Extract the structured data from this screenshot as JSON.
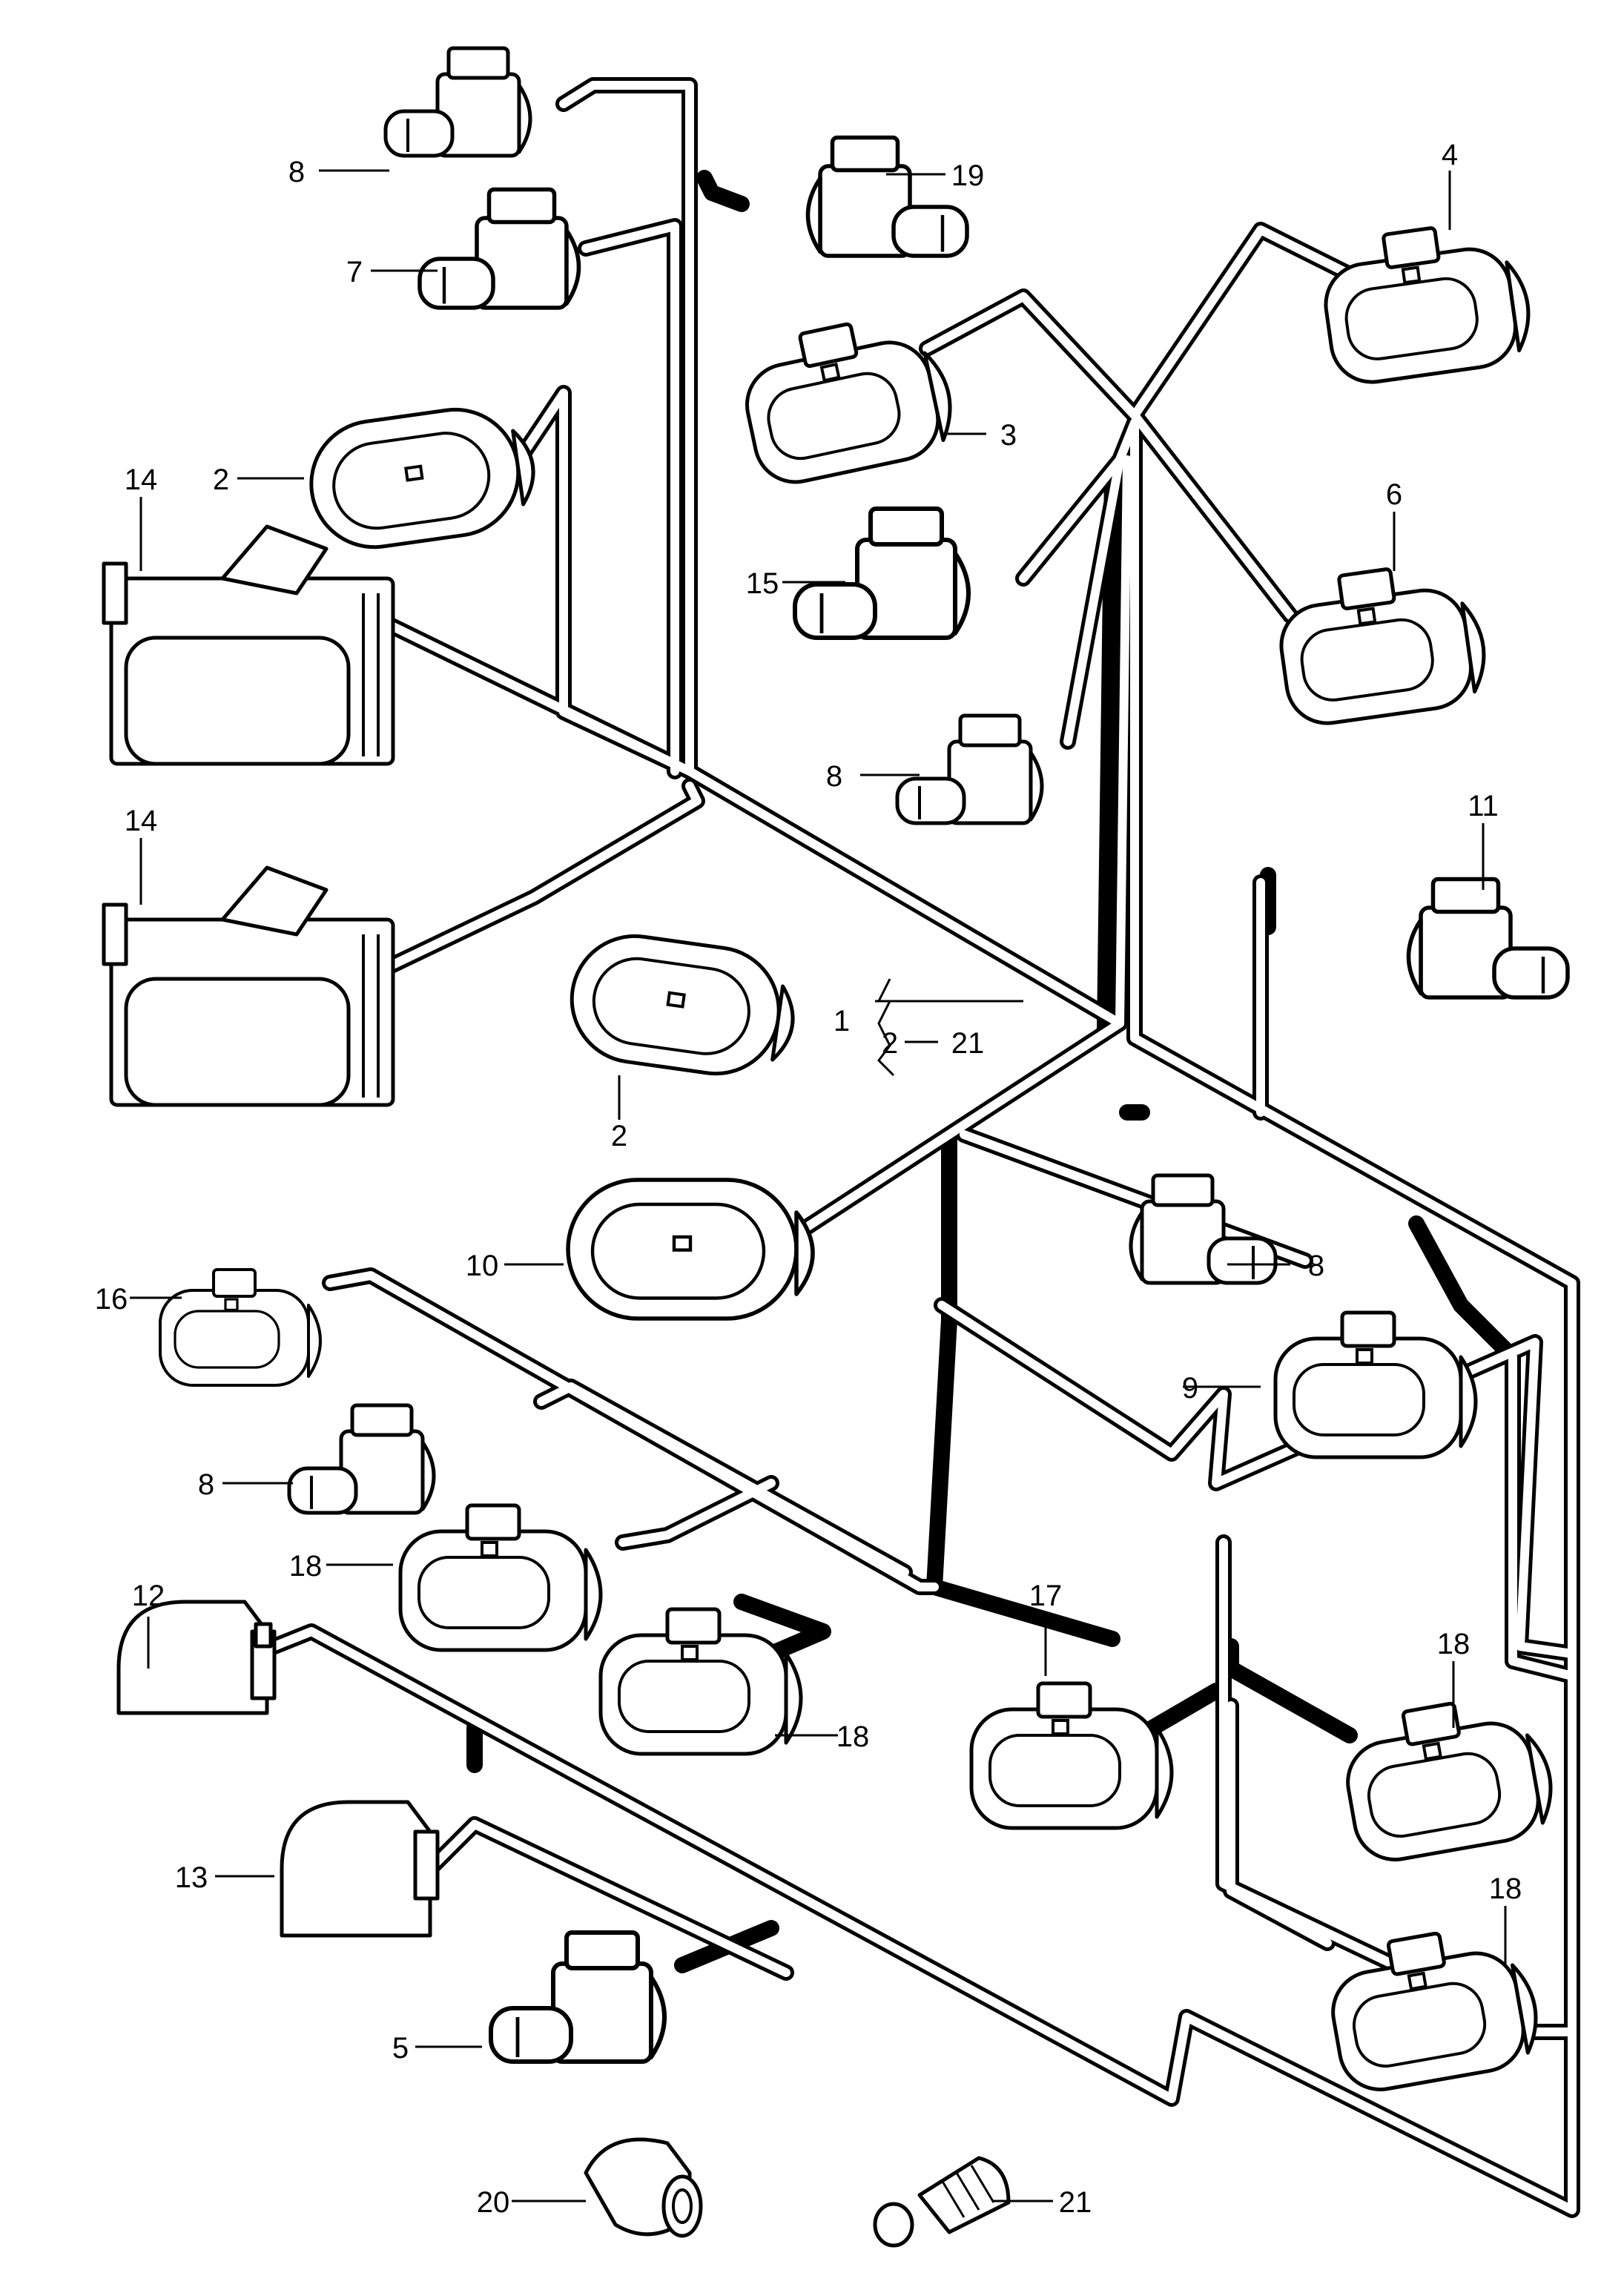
{
  "callouts": {
    "c1": "1",
    "c2a": "2",
    "c2b": "2",
    "c2c": "2",
    "c21a": "21",
    "c3": "3",
    "c4": "4",
    "c5": "5",
    "c6": "6",
    "c7": "7",
    "c8a": "8",
    "c8b": "8",
    "c8c": "8",
    "c8d": "8",
    "c9": "9",
    "c10": "10",
    "c11": "11",
    "c12": "12",
    "c13": "13",
    "c14a": "14",
    "c14b": "14",
    "c15": "15",
    "c16": "16",
    "c17": "17",
    "c18a": "18",
    "c18b": "18",
    "c18c": "18",
    "c18d": "18",
    "c19": "19",
    "c20": "20",
    "c21b": "21"
  }
}
